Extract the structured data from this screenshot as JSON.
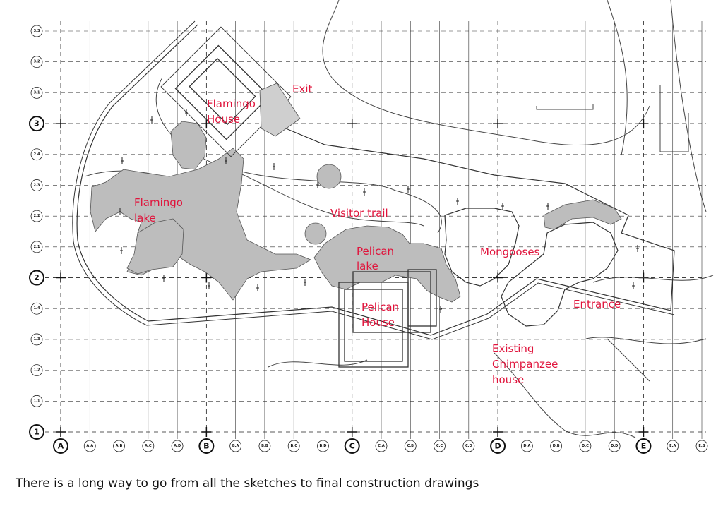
{
  "rows": {
    "minor": [
      "3.3",
      "3.2",
      "3.1",
      "2.4",
      "2.3",
      "2.2",
      "2.1",
      "1.4",
      "1.3",
      "1.2",
      "1.1"
    ],
    "major": [
      "3",
      "2",
      "1"
    ]
  },
  "columns": {
    "labels": [
      "A",
      "A.A",
      "A.B",
      "A.C",
      "A.D",
      "B",
      "B.A",
      "B.B",
      "B.C",
      "B.D",
      "C",
      "C.A",
      "C.B",
      "C.C",
      "C.D",
      "D",
      "D.A",
      "D.B",
      "D.C",
      "D.D",
      "E",
      "E.A",
      "E.B"
    ]
  },
  "labels": {
    "exit": "Exit",
    "flamingo_house_1": "Flamingo",
    "flamingo_house_2": "House",
    "flamingo_lake_1": "Flamingo",
    "flamingo_lake_2": "lake",
    "visitor_trail": "Visitor trail",
    "pelican_lake_1": "Pelican",
    "pelican_lake_2": "lake",
    "mongooses": "Mongooses",
    "pelican_house_1": "Pelican",
    "pelican_house_2": "House",
    "entrance": "Entrance",
    "chimp_1": "Existing",
    "chimp_2": "Chimpanzee",
    "chimp_3": "house"
  },
  "caption": "There is a long way to go from all the sketches to final construction drawings",
  "colors": {
    "annotation": "#e0143c",
    "water": "#bdbdbd"
  }
}
